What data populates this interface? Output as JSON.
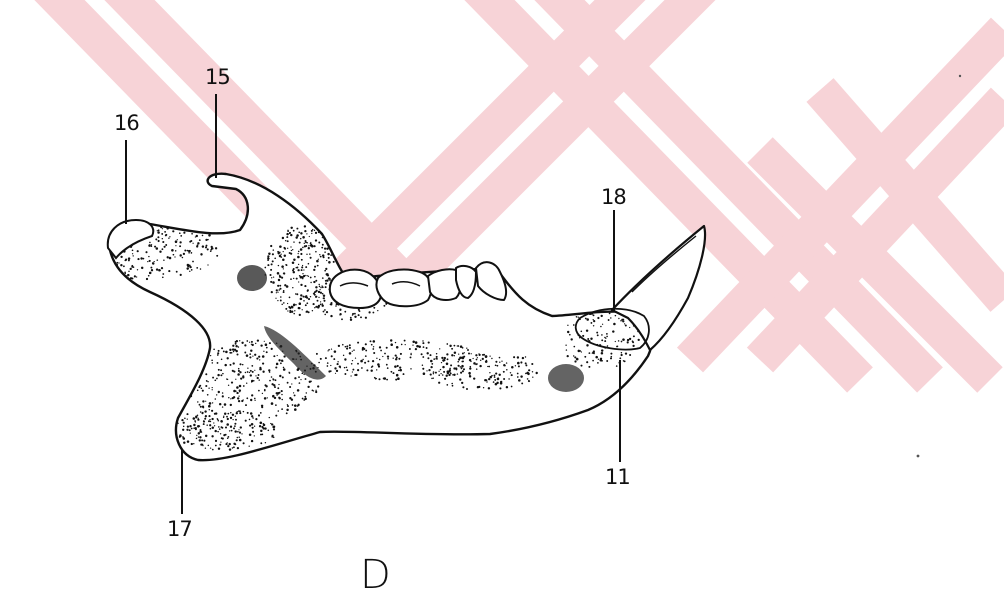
{
  "figure": {
    "panel_letter": "D",
    "labels": [
      {
        "id": "label-15",
        "text": "15"
      },
      {
        "id": "label-16",
        "text": "16"
      },
      {
        "id": "label-18",
        "text": "18"
      },
      {
        "id": "label-11",
        "text": "11"
      },
      {
        "id": "label-17",
        "text": "17"
      }
    ]
  },
  "colors": {
    "ink": "#111111",
    "watermark": "#f7d3d7",
    "background": "#ffffff"
  }
}
